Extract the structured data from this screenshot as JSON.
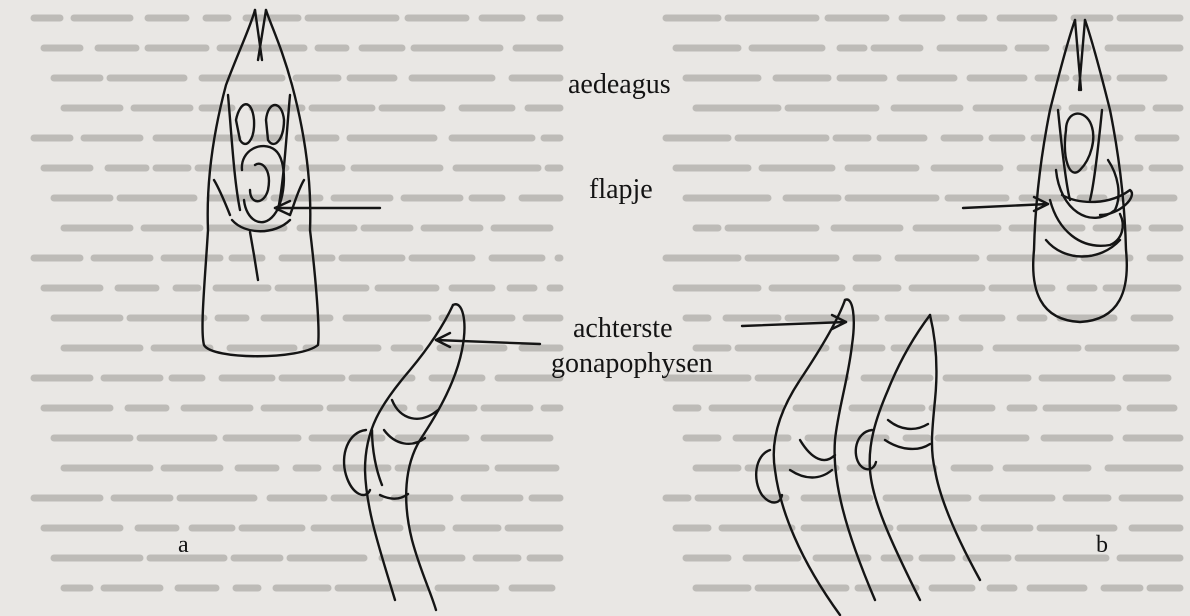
{
  "labels": {
    "aedeagus": "aedeagus",
    "flapje": "flapje",
    "achterste": "achterste",
    "gonapophysen": "gonapophysen",
    "panel_a": "a",
    "panel_b": "b"
  },
  "colors": {
    "page": "#e9e7e4",
    "background_text": "#8a8884",
    "ink": "#141414"
  }
}
